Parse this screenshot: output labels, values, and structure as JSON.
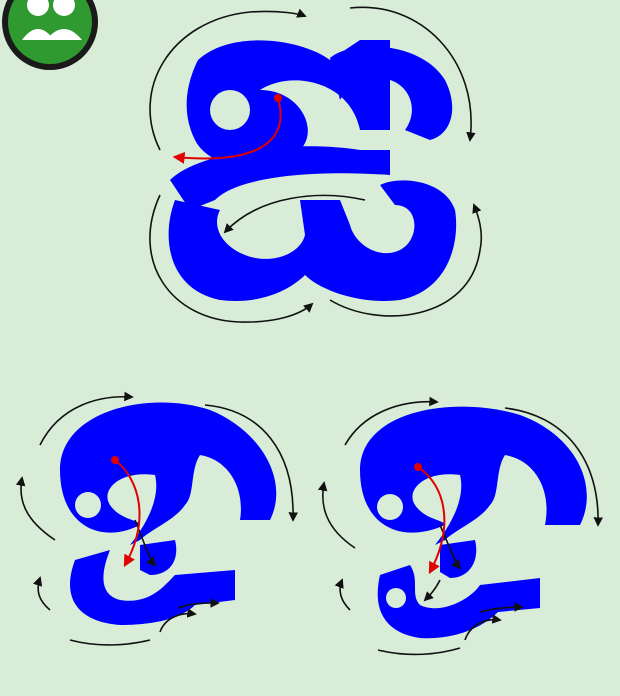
{
  "logo": {
    "icon": "people-badge-icon",
    "colors": {
      "ring": "#1a1a1a",
      "disc": "#2f9a2f",
      "figures": "#ffffff"
    }
  },
  "colors": {
    "background": "#d8ecd8",
    "glyph": "#0000ff",
    "stroke_guide": "#111111",
    "start_guide": "#e00000"
  },
  "glyphs": [
    {
      "id": "large-letter",
      "shape": "ai-letter"
    },
    {
      "id": "left-ligature",
      "shape": "ligature-variant-a"
    },
    {
      "id": "right-ligature",
      "shape": "ligature-variant-b"
    }
  ]
}
